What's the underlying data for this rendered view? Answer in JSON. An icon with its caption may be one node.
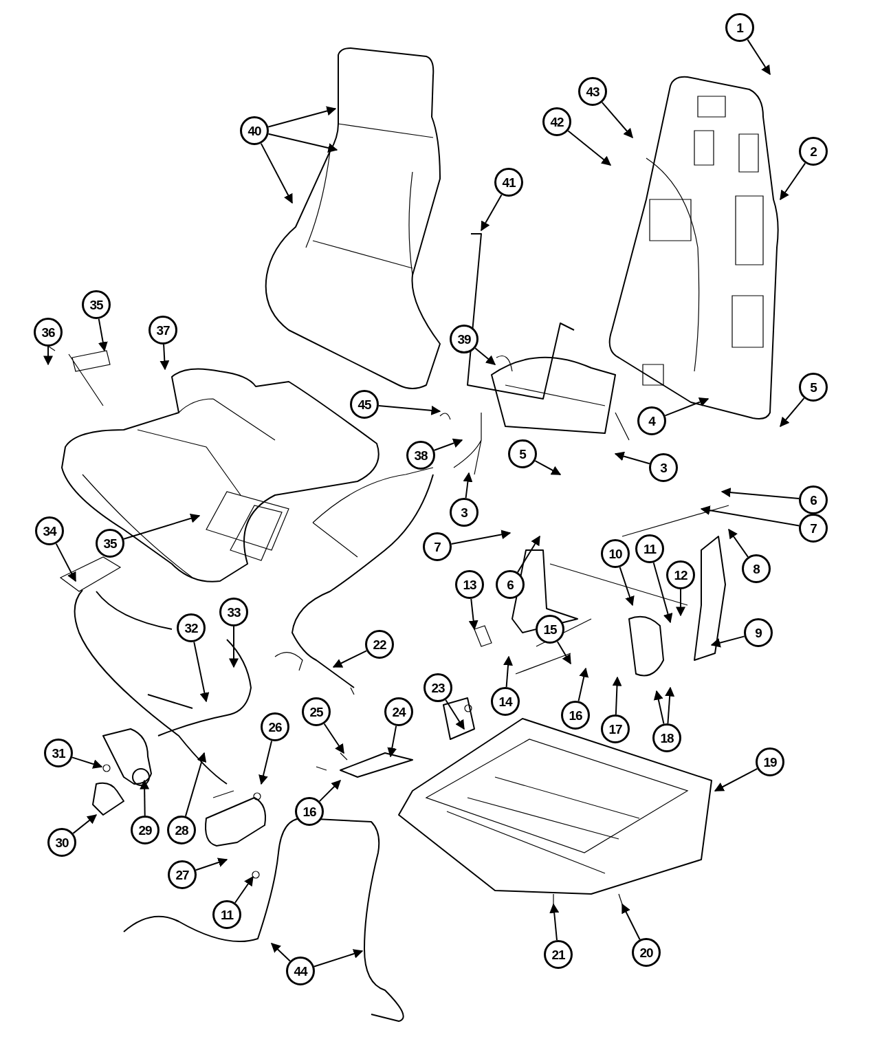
{
  "diagram": {
    "nodes": [
      {
        "text": [
          "1"
        ]
      },
      {
        "text": [
          "40"
        ]
      },
      {
        "text": [
          "43"
        ]
      },
      {
        "text": [
          "42"
        ]
      },
      {
        "text": [
          "2"
        ]
      },
      {
        "text": [
          "41"
        ]
      },
      {
        "text": [
          "35"
        ]
      },
      {
        "text": [
          "36"
        ]
      },
      {
        "text": [
          "37"
        ]
      },
      {
        "text": [
          "39"
        ]
      },
      {
        "text": [
          "5"
        ]
      },
      {
        "text": [
          "45"
        ]
      },
      {
        "text": [
          "4"
        ]
      },
      {
        "text": [
          "38"
        ]
      },
      {
        "text": [
          "3"
        ]
      },
      {
        "text": [
          "5"
        ]
      },
      {
        "text": [
          "3"
        ]
      },
      {
        "text": [
          "6"
        ]
      },
      {
        "text": [
          "7"
        ]
      },
      {
        "text": [
          "34"
        ]
      },
      {
        "text": [
          "35"
        ]
      },
      {
        "text": [
          "7"
        ]
      },
      {
        "text": [
          "10"
        ]
      },
      {
        "text": [
          "11"
        ]
      },
      {
        "text": [
          "8"
        ]
      },
      {
        "text": [
          "12"
        ]
      },
      {
        "text": [
          "6"
        ]
      },
      {
        "text": [
          "13"
        ]
      },
      {
        "text": [
          "33"
        ]
      },
      {
        "text": [
          "32"
        ]
      },
      {
        "text": [
          "9"
        ]
      },
      {
        "text": [
          "22"
        ]
      },
      {
        "text": [
          "15"
        ]
      },
      {
        "text": [
          "23"
        ]
      },
      {
        "text": [
          "14"
        ]
      },
      {
        "text": [
          "25"
        ]
      },
      {
        "text": [
          "24"
        ]
      },
      {
        "text": [
          "16"
        ]
      },
      {
        "text": [
          "17"
        ]
      },
      {
        "text": [
          "26"
        ]
      },
      {
        "text": [
          "18"
        ]
      },
      {
        "text": [
          "31"
        ]
      },
      {
        "text": [
          "19"
        ]
      },
      {
        "text": [
          "16"
        ]
      },
      {
        "text": [
          "29"
        ]
      },
      {
        "text": [
          "28"
        ]
      },
      {
        "text": [
          "30"
        ]
      },
      {
        "text": [
          "27"
        ]
      },
      {
        "text": [
          "11"
        ]
      },
      {
        "text": [
          "20"
        ]
      },
      {
        "text": [
          "21"
        ]
      },
      {
        "text": [
          "44"
        ]
      }
    ],
    "edges": [
      {
        "from": 0,
        "to": null,
        "arrow": "to"
      },
      {
        "from": 1,
        "to": null,
        "arrow": "to"
      },
      {
        "from": 1,
        "to": null,
        "arrow": "to"
      },
      {
        "from": 1,
        "to": null,
        "arrow": "to"
      },
      {
        "from": 2,
        "to": null,
        "arrow": "to"
      },
      {
        "from": 3,
        "to": null,
        "arrow": "to"
      },
      {
        "from": 4,
        "to": null,
        "arrow": "to"
      },
      {
        "from": 5,
        "to": null,
        "arrow": "to"
      },
      {
        "from": 6,
        "to": null,
        "arrow": "to"
      },
      {
        "from": 7,
        "to": null,
        "arrow": "to"
      },
      {
        "from": 8,
        "to": null,
        "arrow": "to"
      },
      {
        "from": 9,
        "to": null,
        "arrow": "to"
      },
      {
        "from": 10,
        "to": null,
        "arrow": "to"
      },
      {
        "from": 11,
        "to": null,
        "arrow": "to"
      },
      {
        "from": 12,
        "to": null,
        "arrow": "to"
      },
      {
        "from": 13,
        "to": null,
        "arrow": "to"
      },
      {
        "from": 14,
        "to": null,
        "arrow": "to"
      },
      {
        "from": 15,
        "to": null,
        "arrow": "to"
      },
      {
        "from": 16,
        "to": null,
        "arrow": "to"
      },
      {
        "from": 17,
        "to": null,
        "arrow": "to"
      },
      {
        "from": 18,
        "to": null,
        "arrow": "to"
      },
      {
        "from": 19,
        "to": null,
        "arrow": "to"
      },
      {
        "from": 20,
        "to": null,
        "arrow": "to"
      },
      {
        "from": 21,
        "to": null,
        "arrow": "to"
      },
      {
        "from": 22,
        "to": null,
        "arrow": "to"
      },
      {
        "from": 23,
        "to": null,
        "arrow": "to"
      },
      {
        "from": 24,
        "to": null,
        "arrow": "to"
      },
      {
        "from": 25,
        "to": null,
        "arrow": "to"
      },
      {
        "from": 26,
        "to": null,
        "arrow": "to"
      },
      {
        "from": 27,
        "to": null,
        "arrow": "to"
      },
      {
        "from": 28,
        "to": null,
        "arrow": "to"
      },
      {
        "from": 29,
        "to": null,
        "arrow": "to"
      },
      {
        "from": 30,
        "to": null,
        "arrow": "to"
      },
      {
        "from": 31,
        "to": null,
        "arrow": "to"
      },
      {
        "from": 32,
        "to": null,
        "arrow": "to"
      },
      {
        "from": 33,
        "to": null,
        "arrow": "to"
      },
      {
        "from": 34,
        "to": null,
        "arrow": "to"
      },
      {
        "from": 35,
        "to": null,
        "arrow": "to"
      },
      {
        "from": 36,
        "to": null,
        "arrow": "to"
      },
      {
        "from": 37,
        "to": null,
        "arrow": "to"
      },
      {
        "from": 38,
        "to": null,
        "arrow": "to"
      },
      {
        "from": 39,
        "to": null,
        "arrow": "to"
      },
      {
        "from": 40,
        "to": null,
        "arrow": "to"
      },
      {
        "from": 40,
        "to": null,
        "arrow": "to"
      },
      {
        "from": 41,
        "to": null,
        "arrow": "to"
      },
      {
        "from": 42,
        "to": null,
        "arrow": "to"
      },
      {
        "from": 43,
        "to": null,
        "arrow": "to"
      },
      {
        "from": 44,
        "to": null,
        "arrow": "to"
      },
      {
        "from": 45,
        "to": null,
        "arrow": "to"
      },
      {
        "from": 46,
        "to": null,
        "arrow": "to"
      },
      {
        "from": 47,
        "to": null,
        "arrow": "to"
      },
      {
        "from": 48,
        "to": null,
        "arrow": "to"
      },
      {
        "from": 49,
        "to": null,
        "arrow": "to"
      },
      {
        "from": 50,
        "to": null,
        "arrow": "to"
      },
      {
        "from": 51,
        "to": null,
        "arrow": "to"
      },
      {
        "from": 51,
        "to": null,
        "arrow": "to"
      }
    ]
  }
}
